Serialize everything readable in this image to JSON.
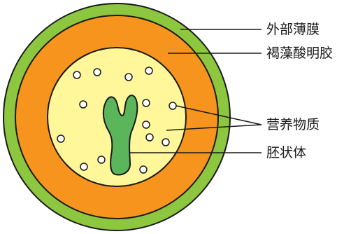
{
  "labels": {
    "outer_membrane": "外部薄膜",
    "alginate": "褐藻酸明胶",
    "nutrients": "营养物质",
    "embryoid": "胚状体"
  },
  "colors": {
    "outer_membrane": "#8dc63f",
    "alginate": "#f7941d",
    "nutrient_core": "#fff799",
    "embryoid": "#5bb55b",
    "outline": "#1a1a1a"
  }
}
